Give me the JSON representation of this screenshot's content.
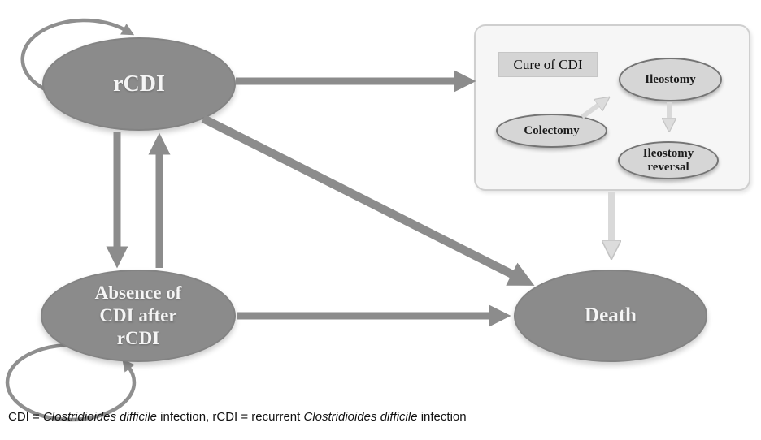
{
  "diagram": {
    "nodes": {
      "rcdi": {
        "label": "rCDI"
      },
      "absence": {
        "lines": [
          "Absence of",
          "CDI after",
          "rCDI"
        ]
      },
      "death": {
        "label": "Death"
      },
      "cure_group": {
        "label": "Cure of CDI"
      },
      "colectomy": {
        "label": "Colectomy"
      },
      "ileostomy": {
        "label": "Ileostomy"
      },
      "ileostomy_reversal": {
        "lines": [
          "Ileostomy",
          "reversal"
        ]
      }
    },
    "edges": [
      {
        "from": "rCDI",
        "to": "rCDI",
        "type": "self-loop",
        "style": "dark"
      },
      {
        "from": "rCDI",
        "to": "Cure of CDI",
        "type": "arrow",
        "style": "dark"
      },
      {
        "from": "rCDI",
        "to": "Absence of CDI after rCDI",
        "type": "arrow",
        "style": "dark"
      },
      {
        "from": "Absence of CDI after rCDI",
        "to": "rCDI",
        "type": "arrow",
        "style": "dark"
      },
      {
        "from": "rCDI",
        "to": "Death",
        "type": "arrow",
        "style": "dark"
      },
      {
        "from": "Absence of CDI after rCDI",
        "to": "Absence of CDI after rCDI",
        "type": "self-loop",
        "style": "dark"
      },
      {
        "from": "Absence of CDI after rCDI",
        "to": "Death",
        "type": "arrow",
        "style": "dark"
      },
      {
        "from": "Colectomy",
        "to": "Ileostomy",
        "type": "arrow",
        "style": "light"
      },
      {
        "from": "Ileostomy",
        "to": "Ileostomy",
        "type": "self-loop",
        "style": "light"
      },
      {
        "from": "Ileostomy",
        "to": "Ileostomy reversal",
        "type": "arrow",
        "style": "light"
      },
      {
        "from": "Ileostomy reversal",
        "to": "Ileostomy reversal",
        "type": "self-loop",
        "style": "light"
      },
      {
        "from": "Cure of CDI",
        "to": "Death",
        "type": "arrow",
        "style": "light"
      }
    ],
    "colors": {
      "node_dark_fill": "#8b8b8b",
      "node_dark_text": "#f5f5f5",
      "node_light_fill": "#d6d6d6",
      "node_light_border": "#747474",
      "arrow_dark": "#8c8c8c",
      "arrow_light": "#dcdcdc",
      "group_box_bg": "#f6f6f6",
      "group_box_border": "#cfcfcf",
      "cure_label_bg": "#d4d4d4"
    }
  },
  "footer": {
    "segments": [
      {
        "text": "CDI = ",
        "italic": false
      },
      {
        "text": "Clostridioides difficile",
        "italic": true
      },
      {
        "text": " infection, rCDI = recurrent ",
        "italic": false
      },
      {
        "text": "Clostridioides difficile",
        "italic": true
      },
      {
        "text": " infection",
        "italic": false
      }
    ]
  }
}
